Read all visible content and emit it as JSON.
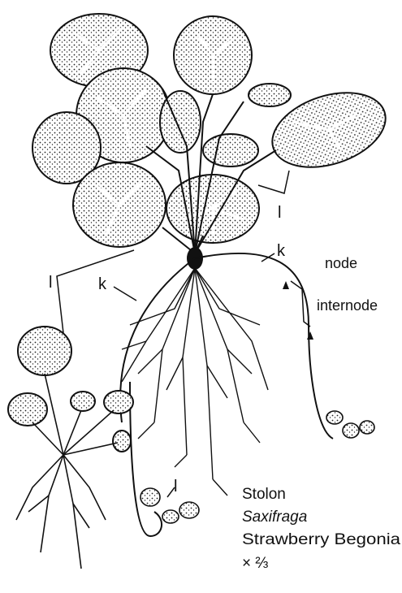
{
  "labels": {
    "l_top": "l",
    "k_right": "k",
    "k_left": "k",
    "l_left": "l",
    "node": "node",
    "internode": "internode",
    "l_bottom": "l"
  },
  "caption": {
    "line1": "Stolon",
    "line2": "Saxifraga",
    "line3": "Strawberry Begonia",
    "line4": "× ⅔"
  },
  "colors": {
    "ink": "#111111",
    "paper": "#ffffff"
  }
}
